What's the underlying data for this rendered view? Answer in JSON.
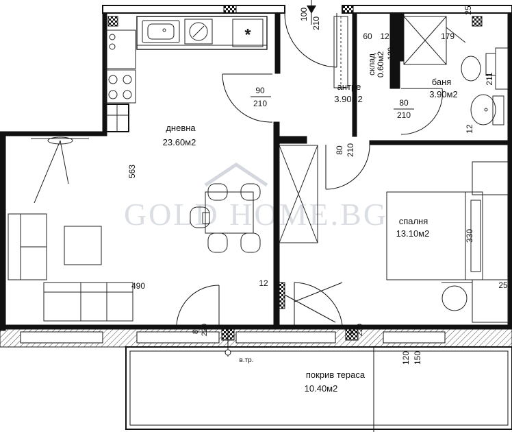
{
  "rooms": {
    "living": {
      "name": "дневна",
      "area": "23.60м2",
      "width": "490",
      "height": "563"
    },
    "hall": {
      "name": "антре",
      "area": "3.90м2"
    },
    "bath": {
      "name": "баня",
      "area": "3.90м2",
      "dim_a": "179",
      "dim_b": "211",
      "dim_c": "12"
    },
    "storage": {
      "name": "склад",
      "area": "0.60м2",
      "dim_w": "60",
      "dim_d": "12",
      "dim_h": "120"
    },
    "bedroom": {
      "name": "спалня",
      "area": "13.10м2",
      "height": "330",
      "dim_side": "25"
    },
    "terrace": {
      "name": "покрив тераса",
      "area": "10.40м2",
      "dim_a": "120",
      "dim_b": "150"
    }
  },
  "doors": {
    "entrance": {
      "w": "100",
      "h": "210"
    },
    "living": {
      "w": "90",
      "h": "210"
    },
    "bath": {
      "w": "80",
      "h": "210"
    },
    "bedroom": {
      "w": "80",
      "h": "210"
    },
    "terrace_living": {
      "w": "80",
      "h": "220"
    },
    "terrace_bedroom": {
      "w": "80",
      "h": "220"
    }
  },
  "misc": {
    "top_right_dim": "25",
    "partition_dim": "12",
    "drain_label": "в.тр."
  },
  "watermark": {
    "text": "GOLD HOME.BG"
  },
  "colors": {
    "wall": "#111111",
    "line": "#222222",
    "hatch": "#444444",
    "watermark": "#d4d8de"
  }
}
